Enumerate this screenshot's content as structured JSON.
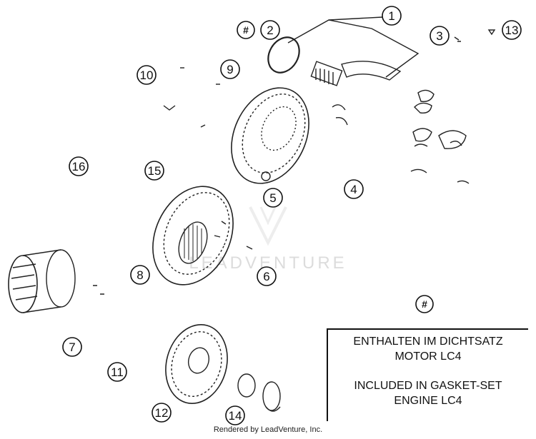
{
  "callouts": [
    {
      "id": "c1",
      "label": "1"
    },
    {
      "id": "c2",
      "label": "2"
    },
    {
      "id": "c3",
      "label": "3"
    },
    {
      "id": "c4",
      "label": "4"
    },
    {
      "id": "c5",
      "label": "5"
    },
    {
      "id": "c6",
      "label": "6"
    },
    {
      "id": "c7",
      "label": "7"
    },
    {
      "id": "c8",
      "label": "8"
    },
    {
      "id": "c9",
      "label": "9"
    },
    {
      "id": "c10",
      "label": "10"
    },
    {
      "id": "c11",
      "label": "11"
    },
    {
      "id": "c12",
      "label": "12"
    },
    {
      "id": "c13",
      "label": "13"
    },
    {
      "id": "c14",
      "label": "14"
    },
    {
      "id": "c15",
      "label": "15"
    },
    {
      "id": "c16",
      "label": "16"
    }
  ],
  "gasket_marker": "#",
  "note": {
    "de_line1": "ENTHALTEN IM DICHTSATZ",
    "de_line2": "MOTOR LC4",
    "en_line1": "INCLUDED IN GASKET-SET",
    "en_line2": "ENGINE LC4"
  },
  "watermark": "LEADVENTURE",
  "footer": "Rendered by LeadVenture, Inc."
}
